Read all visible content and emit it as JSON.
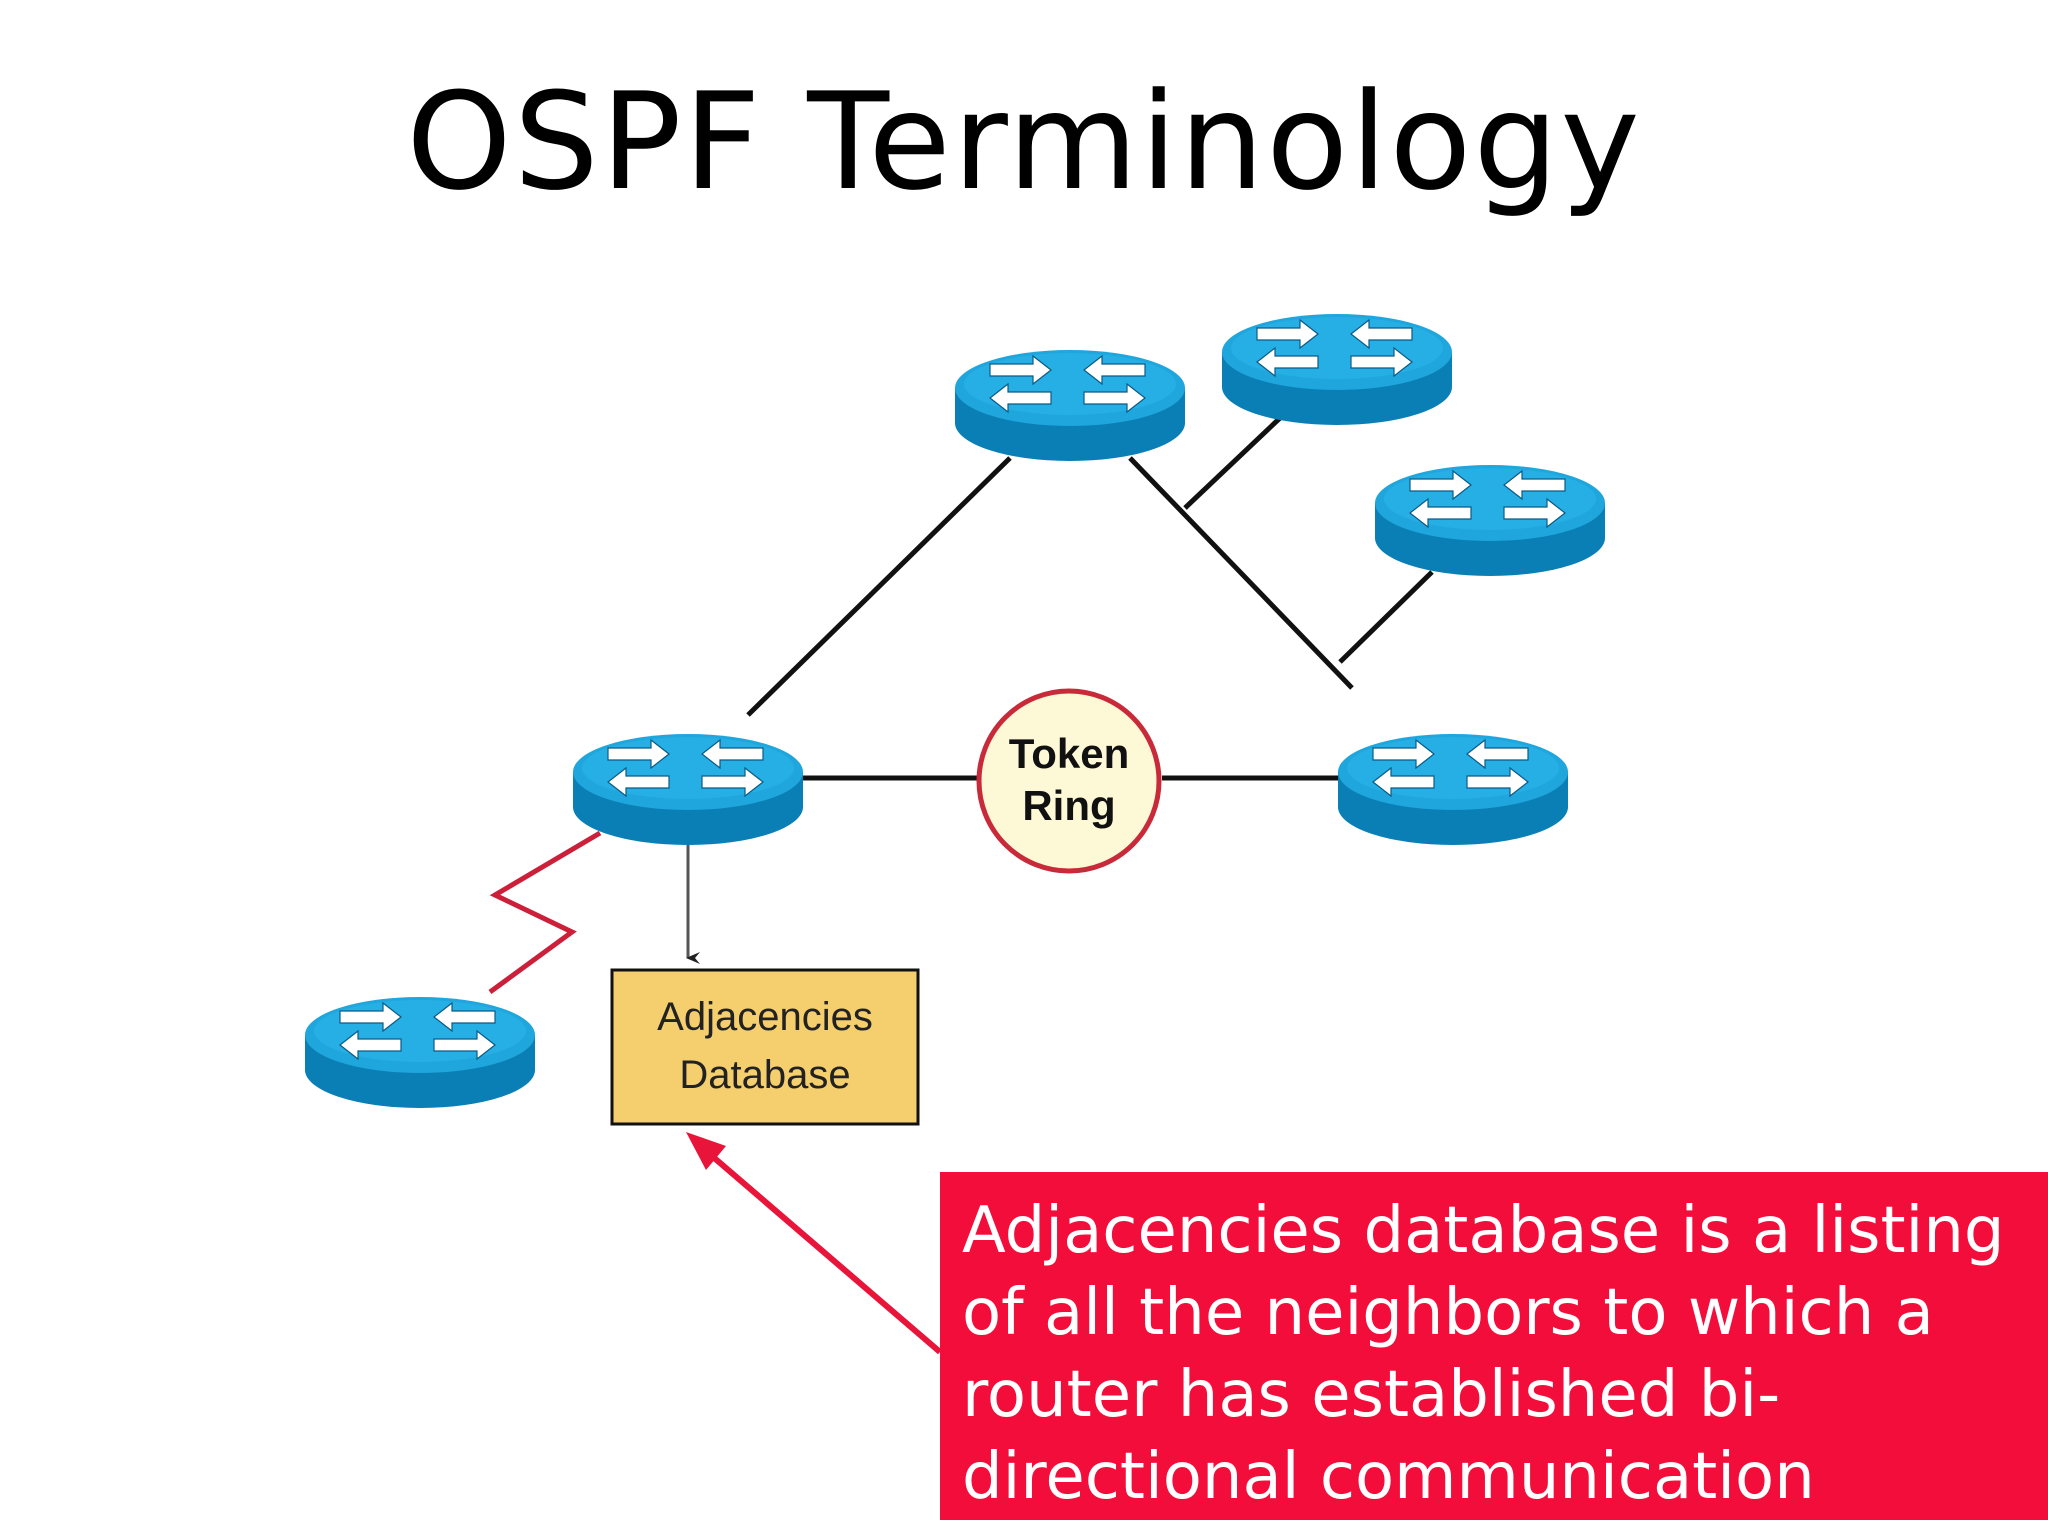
{
  "title": "OSPF Terminology",
  "diagram": {
    "token_ring_label": [
      "Token",
      "Ring"
    ],
    "database_label": [
      "Adjacencies",
      "Database"
    ]
  },
  "callout": {
    "lines": [
      "Adjacencies database is a listing",
      "of all the neighbors to which a",
      "router has established bi-",
      "directional communication"
    ]
  },
  "colors": {
    "router_top": "#1fa6dd",
    "router_side": "#0a7fb5",
    "database_fill": "#f5cf6e",
    "token_ring_fill": "#fdf8d6",
    "token_ring_border": "#c92a3a",
    "serial_link": "#cc1f3a",
    "callout_fill": "#f20d3a",
    "pointer_arrow": "#e8143a"
  },
  "icons": [
    "router-icon",
    "token-ring-icon"
  ]
}
